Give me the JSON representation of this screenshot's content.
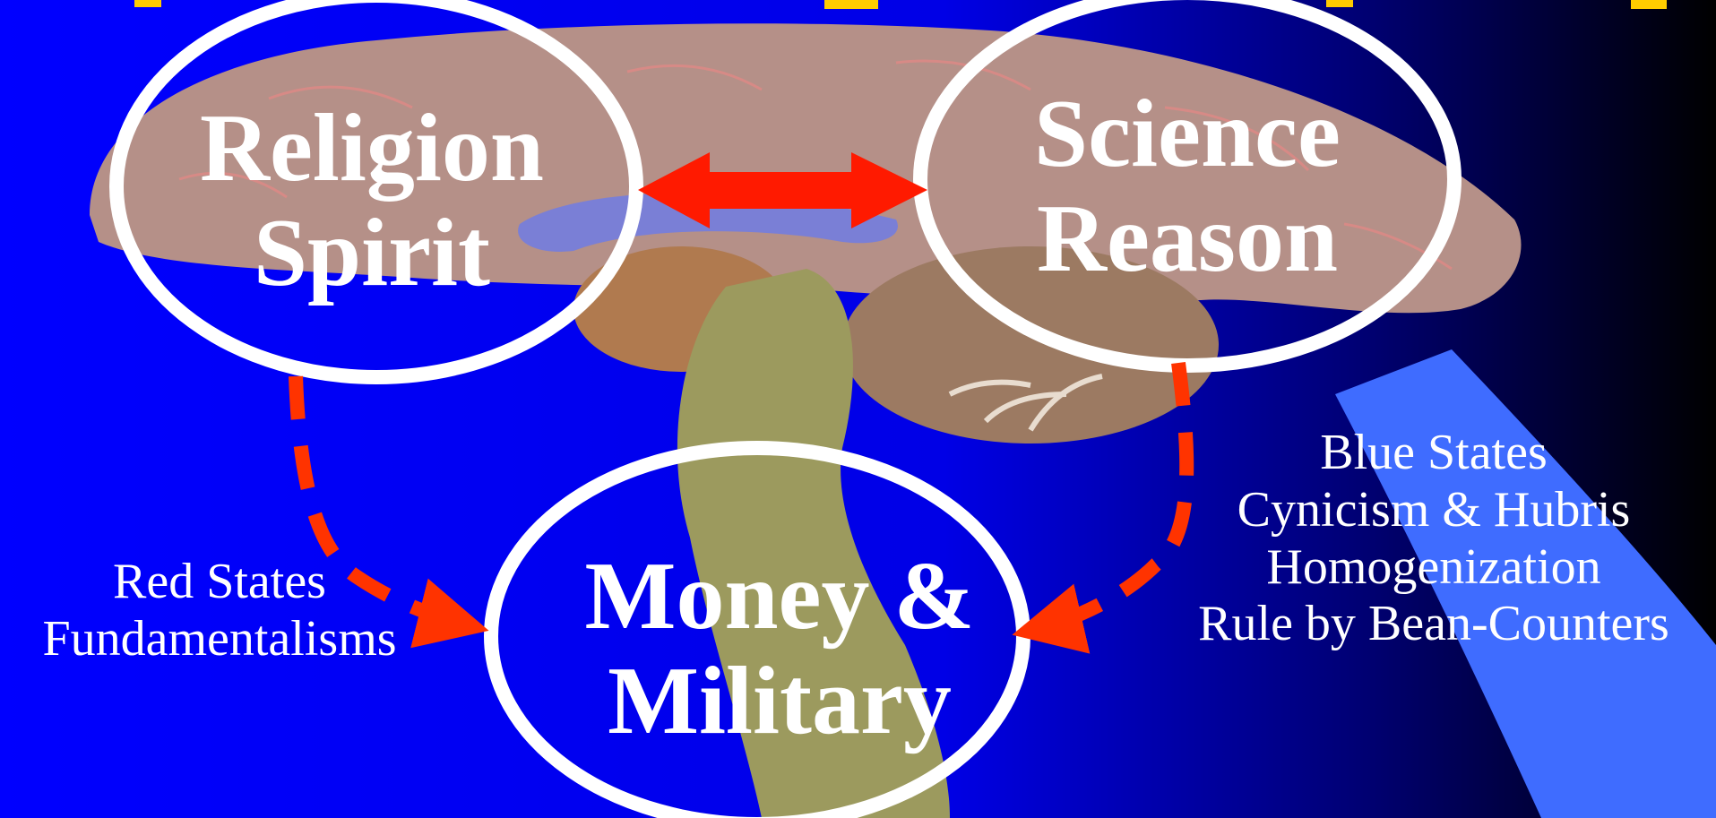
{
  "nodes": {
    "religion": {
      "line1": "Religion",
      "line2": "Spirit"
    },
    "science": {
      "line1": "Science",
      "line2": "Reason"
    },
    "money": {
      "line1": "Money &",
      "line2": "Military"
    }
  },
  "left_annotation": {
    "line1": "Red States",
    "line2": "Fundamentalisms"
  },
  "right_annotation": {
    "line1": "Blue States",
    "line2": "Cynicism & Hubris",
    "line3": "Homogenization",
    "line4": "Rule by Bean-Counters"
  },
  "colors": {
    "background_left": "#0000ff",
    "background_right": "#000000",
    "brain": "#b59088",
    "ellipse_stroke": "#ffffff",
    "double_arrow": "#ff1a00",
    "dashed_arrow": "#ff3300",
    "light_beam": "#3f6cff",
    "title_text": "#ffcc00"
  },
  "icons": [
    "brain-illustration",
    "double-arrow",
    "dashed-curved-arrow"
  ]
}
